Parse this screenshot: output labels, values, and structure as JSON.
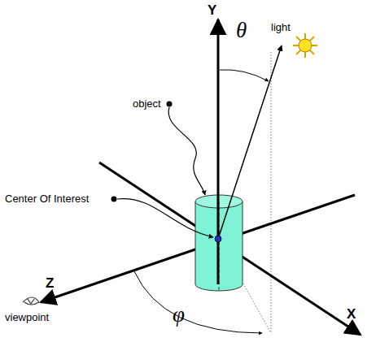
{
  "diagram": {
    "labels": [
      "Y",
      "light",
      "θ",
      "object",
      "Center Of Interest",
      "Z",
      "viewpoint",
      "φ",
      "X"
    ]
  }
}
